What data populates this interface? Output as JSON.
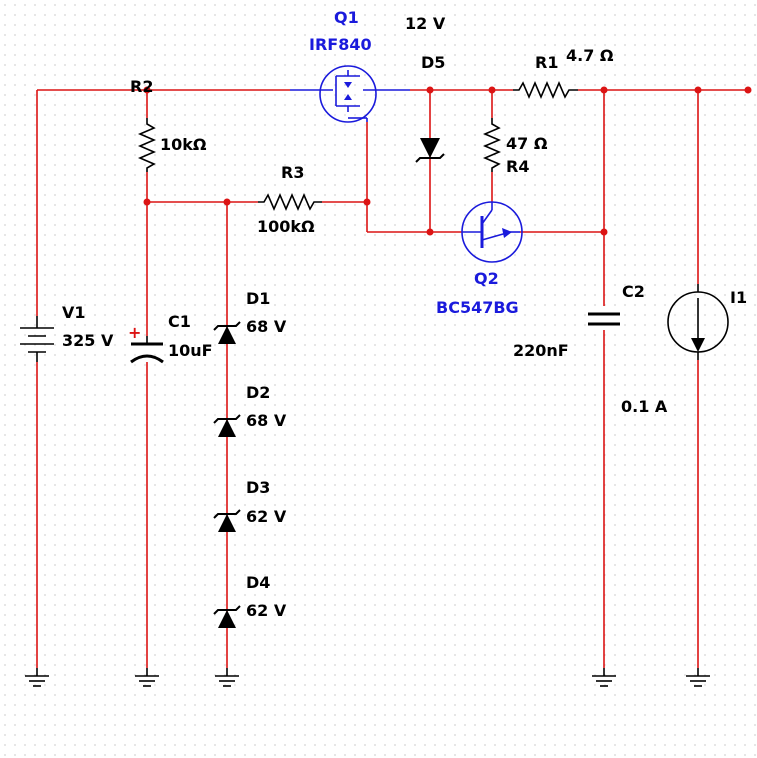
{
  "components": {
    "Q1": {
      "ref": "Q1",
      "value": "IRF840"
    },
    "D5": {
      "ref": "D5",
      "value": "12 V"
    },
    "R1": {
      "ref": "R1",
      "value": "4.7 Ω"
    },
    "R2": {
      "ref": "R2",
      "value": "10kΩ"
    },
    "R3": {
      "ref": "R3",
      "value": "100kΩ"
    },
    "R4": {
      "ref": "R4",
      "value": "47 Ω"
    },
    "Q2": {
      "ref": "Q2",
      "value": "BC547BG"
    },
    "V1": {
      "ref": "V1",
      "value": "325 V"
    },
    "C1": {
      "ref": "C1",
      "value": "10uF",
      "polarity": "+"
    },
    "C2": {
      "ref": "C2",
      "value": "220nF"
    },
    "I1": {
      "ref": "I1",
      "value": "0.1 A"
    },
    "D1": {
      "ref": "D1",
      "value": "68 V"
    },
    "D2": {
      "ref": "D2",
      "value": "68 V"
    },
    "D3": {
      "ref": "D3",
      "value": "62 V"
    },
    "D4": {
      "ref": "D4",
      "value": "62 V"
    }
  },
  "colors": {
    "wire": "#dc1414",
    "component": "#000000",
    "transistor": "#1a1adc",
    "grid_dot": "#9a9a9a",
    "background": "#ffffff"
  }
}
